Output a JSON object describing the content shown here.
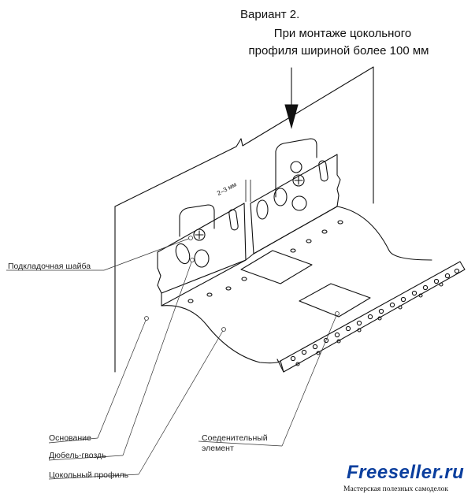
{
  "title": {
    "line1": "Вариант 2.",
    "line2": "При монтаже цокольного",
    "line3": "профиля шириной более 100 мм"
  },
  "dimension": "2–3 мм",
  "labels": {
    "washer": "Подкладочная шайба",
    "base": "Основание",
    "dowel": "Дюбель-гвоздь",
    "profile": "Цокольный профиль",
    "connector_line1": "Соеденительный",
    "connector_line2": "элемент"
  },
  "brand": {
    "name": "Freeseller.ru",
    "tagline": "Мастерская полезных самоделок",
    "color": "#0b3f9e"
  }
}
